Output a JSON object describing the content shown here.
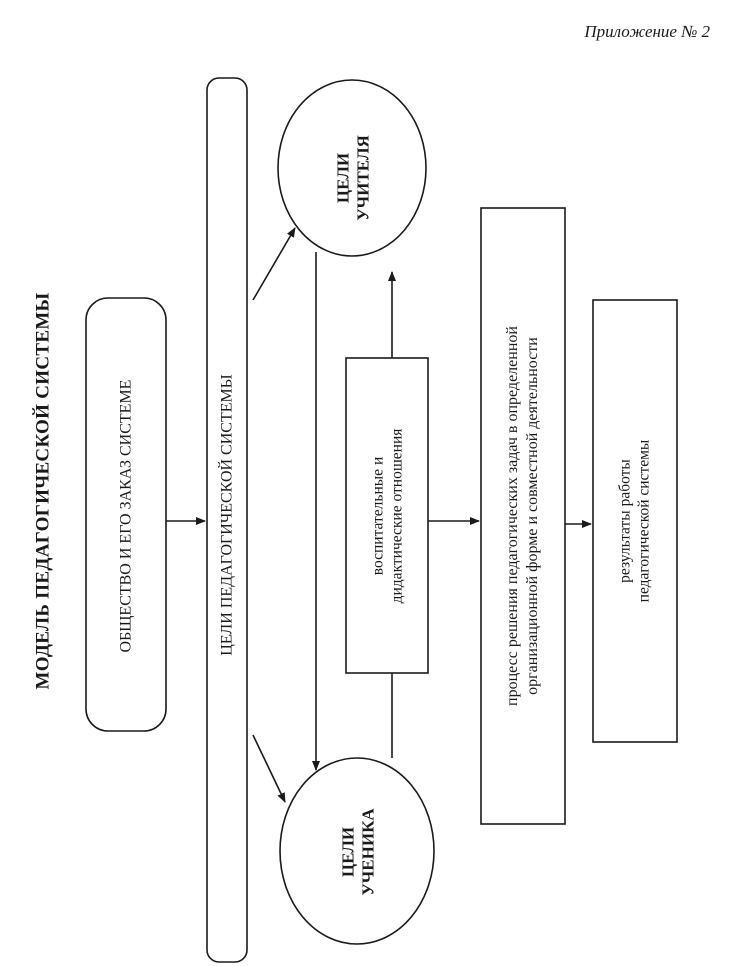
{
  "header": {
    "appendix": "Приложение № 2"
  },
  "diagram": {
    "title": "МОДЕЛЬ ПЕДАГОГИЧЕСКОЙ СИСТЕМЫ",
    "society": "ОБЩЕСТВО И ЕГО ЗАКАЗ СИСТЕМЕ",
    "goals_system": "ЦЕЛИ ПЕДАГОГИЧЕСКОЙ СИСТЕМЫ",
    "goals_teacher": [
      "ЦЕЛИ",
      "УЧИТЕЛЯ"
    ],
    "goals_student": [
      "ЦЕЛИ",
      "УЧЕНИКА"
    ],
    "relations": [
      "воспитательные и",
      "дидактические отношения"
    ],
    "process": [
      "процесс решения педагогических задач в определенной",
      "организационной форме и совместной деятельности"
    ],
    "results": [
      "результаты работы",
      "педагогической системы"
    ]
  }
}
